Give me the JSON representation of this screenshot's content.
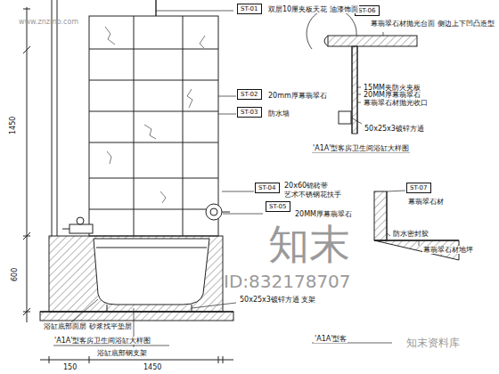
{
  "diagram": {
    "nodes": [
      {
        "text": [
          "ST-01"
        ]
      },
      {
        "text": [
          "ST-02"
        ]
      },
      {
        "text": [
          "ST-03"
        ]
      },
      {
        "text": [
          "ST-04"
        ]
      },
      {
        "text": [
          "ST-05"
        ]
      },
      {
        "text": [
          "ST-06"
        ]
      },
      {
        "text": [
          "ST-07"
        ]
      }
    ],
    "labels": [
      "双层10厘夹板天花 油漆饰面",
      "20mm厚幕翡翠石",
      "防水墙",
      "20x60锦砖带",
      "艺术不锈钢花扶手",
      "20MM厚幕翡翠石",
      "50x25x3镀锌方通 支架",
      "浴缸底部面层 砂浆找平垫层",
      "浴缸底部钢支架",
      "'A1A'型客房卫生间浴缸大样图",
      "1450",
      "600",
      "150",
      "1450",
      "幕翡翠石材抛光台面 侧边上下凹凸造型",
      "15MM夹防火夹板",
      "20MM厚幕翡翠石",
      "幕翡翠石材抛光收口",
      "50x25x3镀锌方通",
      "'A1A'型客房卫生间浴缸大样图",
      "幕翡翠石材",
      "防水密封胶",
      "幕翡翠石材地坪",
      "'A1A'型客",
      "www.znzmo.com",
      "知末",
      "ID:832178707",
      "知末资料库"
    ]
  }
}
